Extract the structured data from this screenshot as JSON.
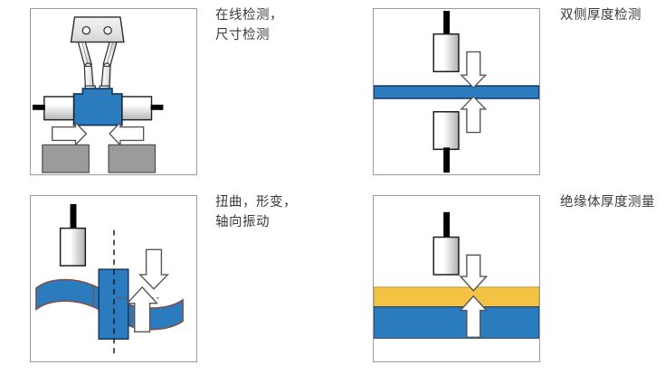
{
  "figure": {
    "layout": "2x2 grid of illustrated measurement-application panels with Chinese captions",
    "panels": [
      {
        "id": "panel-inline-inspection",
        "caption": "在线检测，\n尺寸检测",
        "scene": "robot-gripper-holding-blue-block-between-two-opposed-sensors",
        "elements": {
          "gripper_label": "robot-gripper",
          "workpiece_label": "blue-workpiece",
          "left_sensor_label": "left-sensor",
          "right_sensor_label": "right-sensor",
          "left_arrow_label": "right-pointing-arrow",
          "right_arrow_label": "left-pointing-arrow",
          "left_block_label": "gray-base-block-left",
          "right_block_label": "gray-base-block-right"
        }
      },
      {
        "id": "panel-two-sided-thickness",
        "caption": "双侧厚度检测",
        "scene": "two-opposed-sensors-above-and-below-blue-strip",
        "elements": {
          "top_sensor_label": "top-sensor",
          "bottom_sensor_label": "bottom-sensor",
          "material_label": "blue-material-strip",
          "down_arrow_label": "down-arrow",
          "up_arrow_label": "up-arrow"
        }
      },
      {
        "id": "panel-torsion-deformation",
        "caption": "扭曲，形变，\n轴向振动",
        "scene": "sensor-above-twisted-blue-ribbon-on-vertical-shaft-with-dashed-axis",
        "elements": {
          "sensor_label": "sensor",
          "ribbon_label": "twisted-blue-ribbon",
          "shaft_label": "vertical-blue-shaft",
          "axis_label": "dashed-rotation-axis",
          "down_arrow_label": "down-arrow",
          "up_arrow_label": "up-arrow"
        }
      },
      {
        "id": "panel-insulator-thickness",
        "caption": "绝缘体厚度测量",
        "scene": "sensor-above-yellow-insulation-layer-over-blue-conductor-layer",
        "elements": {
          "sensor_label": "sensor",
          "insulation_label": "yellow-insulation-layer",
          "conductor_label": "blue-conductor-layer",
          "down_arrow_label": "down-arrow",
          "up_arrow_label": "up-arrow"
        }
      }
    ]
  },
  "colors": {
    "blue": "#2b7cbf",
    "blue_dark_edge": "#11335c",
    "blue_ribbon_edge": "#8a4a3a",
    "yellow": "#f5c344",
    "gray_block": "#9b9b9b",
    "panel_border": "#9a9a9a",
    "arrow_fill": "#ffffff",
    "arrow_stroke": "#555555",
    "metal_light": "#ffffff",
    "metal_mid": "#e8e8e8",
    "metal_dark": "#b9b9b9",
    "cable_black": "#000000",
    "caption_text": "#3a3a3a"
  }
}
